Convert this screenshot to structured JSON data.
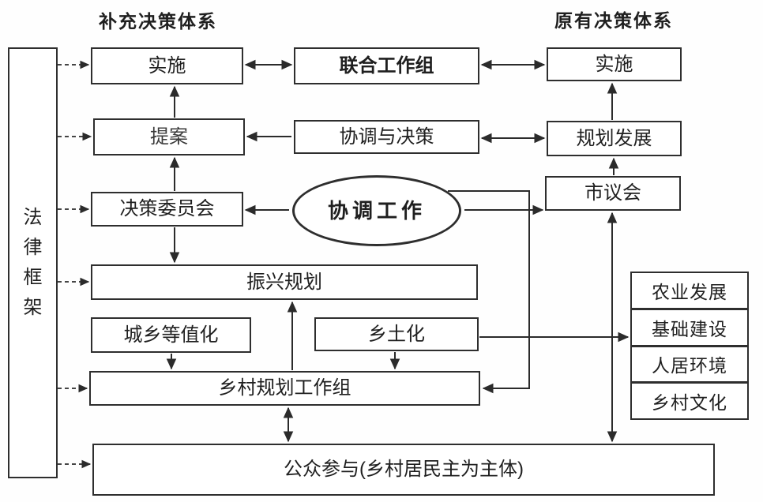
{
  "titles": {
    "left": "补充决策体系",
    "right": "原有决策体系"
  },
  "legal_framework": {
    "label": "法律框架"
  },
  "supplementary": {
    "implementation": "实施",
    "proposal": "提案",
    "decision_committee": "决策委员会",
    "revival_planning": "振兴规划",
    "urban_rural_equivalence": "城乡等值化",
    "localization": "乡土化",
    "rural_planning_group": "乡村规划工作组"
  },
  "center": {
    "joint_working_group": "联合工作组",
    "coordination_decision": "协调与决策",
    "coordination_work": "协调工作"
  },
  "original": {
    "implementation": "实施",
    "planning_development": "规划发展",
    "city_council": "市议会"
  },
  "domains": [
    "农业发展",
    "基础建设",
    "人居环境",
    "乡村文化"
  ],
  "public_participation": "公众参与(乡村居民主为主体)",
  "colors": {
    "line": "#2b2b2b",
    "box_border": "#2e2e2e",
    "background": "#ffffff",
    "text": "#1f1f1f"
  }
}
